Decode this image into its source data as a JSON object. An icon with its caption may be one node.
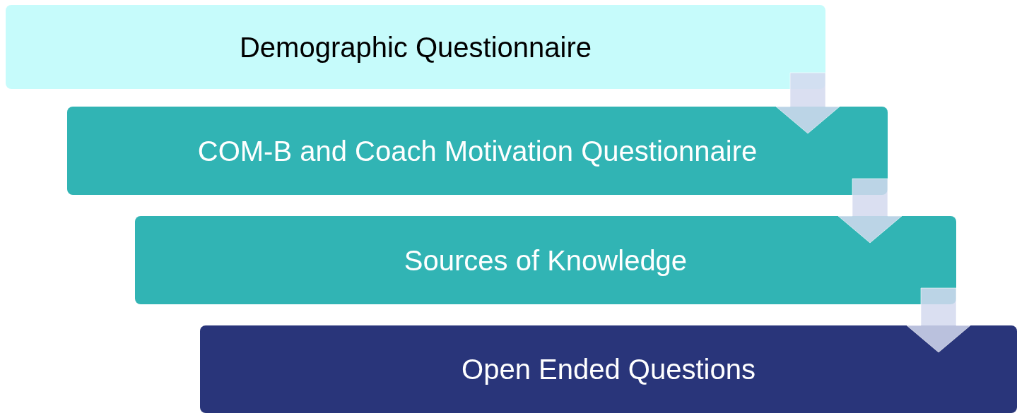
{
  "diagram": {
    "nodes": [
      {
        "text": [
          "Demographic Questionnaire"
        ]
      },
      {
        "text": [
          "COM-B and Coach Motivation Questionnaire"
        ]
      },
      {
        "text": [
          "Sources of Knowledge"
        ]
      },
      {
        "text": [
          "Open Ended Questions"
        ]
      }
    ],
    "edges": [
      {
        "from": 0,
        "to": 1,
        "arrow": "to"
      },
      {
        "from": 1,
        "to": 2,
        "arrow": "to"
      },
      {
        "from": 2,
        "to": 3,
        "arrow": "to"
      }
    ]
  }
}
